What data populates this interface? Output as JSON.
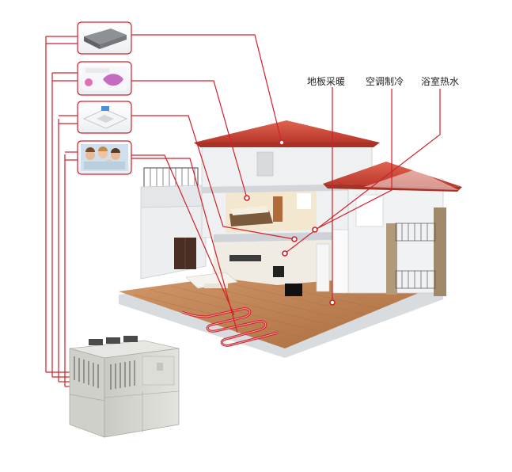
{
  "labels": {
    "floor_heating": "地板采暖",
    "air_conditioning": "空调制冷",
    "bath_hot_water": "浴室热水"
  },
  "colors": {
    "connector": "#d0202a",
    "roof": "#d84a3a",
    "wall": "#e9ecef",
    "floor": "#c98a5b",
    "unit": "#d7d8d2"
  },
  "icons": [
    "ducted-ac-unit-icon",
    "wall-mounted-ac-icon",
    "cassette-ac-icon",
    "family-photo-icon",
    "heat-pump-outdoor-unit-icon"
  ]
}
